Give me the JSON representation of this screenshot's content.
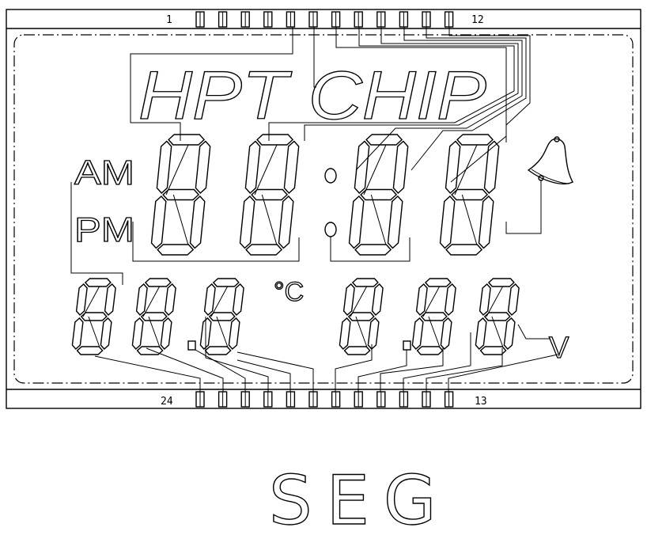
{
  "panel": {
    "top_pin_first": "1",
    "top_pin_last": "12",
    "bottom_pin_first": "24",
    "bottom_pin_last": "13",
    "logo": "HPT CHIP",
    "am_label": "AM",
    "pm_label": "PM",
    "celsius_label": "°C",
    "volt_label": "V",
    "icons": [
      "bell-icon",
      "colon-dots",
      "decimal-point"
    ]
  },
  "caption": "SEG"
}
